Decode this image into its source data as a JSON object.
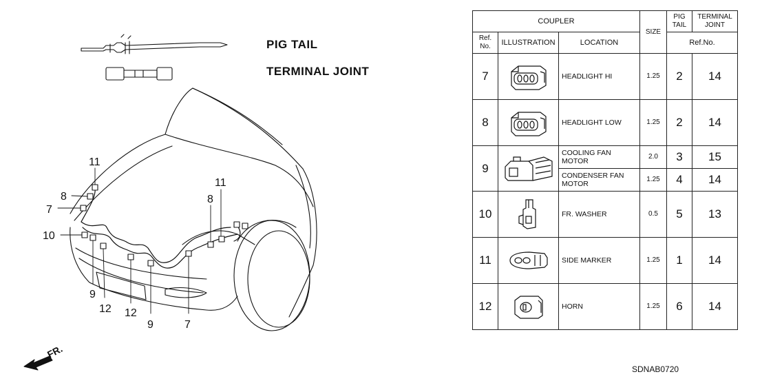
{
  "legend": {
    "pigtail_label": "PIG TAIL",
    "terminal_joint_label": "TERMINAL JOINT"
  },
  "diagram_code": "SDNAB0720",
  "front_label": "FR.",
  "callouts": [
    {
      "id": "c11a",
      "text": "11"
    },
    {
      "id": "c8a",
      "text": "8"
    },
    {
      "id": "c7a",
      "text": "7"
    },
    {
      "id": "c10",
      "text": "10"
    },
    {
      "id": "c9a",
      "text": "9"
    },
    {
      "id": "c12a",
      "text": "12"
    },
    {
      "id": "c12b",
      "text": "12"
    },
    {
      "id": "c9b",
      "text": "9"
    },
    {
      "id": "c7b",
      "text": "7"
    },
    {
      "id": "c11b",
      "text": "11"
    },
    {
      "id": "c8b",
      "text": "8"
    }
  ],
  "table": {
    "header": {
      "coupler": "COUPLER",
      "ref_no": "Ref.\nNo.",
      "illustration": "ILLUSTRATION",
      "location": "LOCATION",
      "size": "SIZE",
      "pigtail": "PIG\nTAIL",
      "terminal_joint": "TERMINAL\nJOINT",
      "ref_no_sub": "Ref.No."
    },
    "rows": [
      {
        "ref": "7",
        "icon": "3-pin-coupler-icon",
        "location": "HEADLIGHT HI",
        "size": "1.25",
        "pigtail": "2",
        "tj": "14"
      },
      {
        "ref": "8",
        "icon": "3-pin-coupler-icon",
        "location": "HEADLIGHT LOW",
        "size": "1.25",
        "pigtail": "2",
        "tj": "14"
      },
      {
        "ref": "9",
        "icon": "dual-coupler-icon",
        "sub": [
          {
            "location": "COOLING FAN\nMOTOR",
            "size": "2.0",
            "pigtail": "3",
            "tj": "15"
          },
          {
            "location": "CONDENSER FAN\nMOTOR",
            "size": "1.25",
            "pigtail": "4",
            "tj": "14"
          }
        ]
      },
      {
        "ref": "10",
        "icon": "washer-coupler-icon",
        "location": "FR. WASHER",
        "size": "0.5",
        "pigtail": "5",
        "tj": "13"
      },
      {
        "ref": "11",
        "icon": "side-marker-coupler-icon",
        "location": "SIDE MARKER",
        "size": "1.25",
        "pigtail": "1",
        "tj": "14"
      },
      {
        "ref": "12",
        "icon": "horn-coupler-icon",
        "location": "HORN",
        "size": "1.25",
        "pigtail": "6",
        "tj": "14"
      }
    ]
  }
}
